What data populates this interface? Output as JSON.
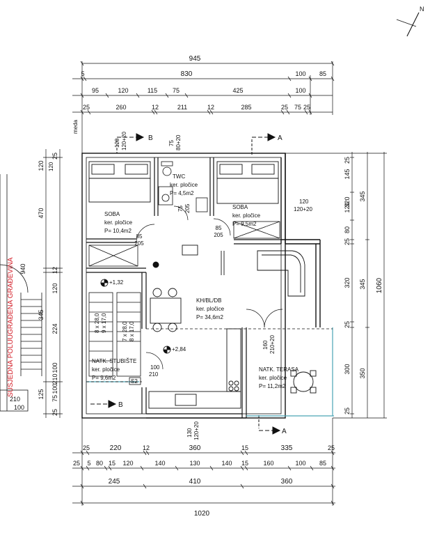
{
  "north_label": "N",
  "dims_top": {
    "overall": "945",
    "row1": [
      "5",
      "830",
      "100",
      "85"
    ],
    "row2": [
      "95",
      "120",
      "115",
      "75",
      "425",
      "100"
    ],
    "row3": [
      "25",
      "260",
      "12",
      "211",
      "12",
      "285",
      "25",
      "75",
      "25"
    ]
  },
  "dims_bottom": {
    "row1": [
      "25",
      "220",
      "12",
      "360",
      "15",
      "335",
      "25"
    ],
    "row2": [
      "25",
      "5",
      "80",
      "15",
      "120",
      "140",
      "130",
      "140",
      "15",
      "160",
      "100",
      "85"
    ],
    "row3": [
      "245",
      "410",
      "360"
    ],
    "overall": "1020"
  },
  "dims_right": {
    "inner": [
      "25",
      "145",
      "320",
      "120",
      "80",
      "25",
      "320",
      "25",
      "300",
      "25"
    ],
    "middle": [
      "345",
      "345",
      "350"
    ],
    "overall": "1060"
  },
  "dims_left": [
    "25",
    "470",
    "940",
    "12",
    "120",
    "345",
    "224",
    "100",
    "210",
    "125",
    "75",
    "25",
    "100",
    "120"
  ],
  "openings": {
    "o1": "120",
    "o1b": "120+20",
    "o2": "75",
    "o2b": "80+20",
    "o3": "75",
    "o3b": "205",
    "o4": "85",
    "o4b": "205",
    "o5": "85",
    "o5b": "205",
    "o6": "120",
    "o6b": "120+20",
    "o7": "160",
    "o7b": "210+20",
    "o8": "100",
    "o8b": "210",
    "o9": "130",
    "o9b": "120+20"
  },
  "section_labels": {
    "b": "B",
    "a": "A"
  },
  "meda": "meda",
  "rooms": [
    {
      "name": "SOBA",
      "finish": "ker. pločice",
      "area": "P= 10,4m2"
    },
    {
      "name": "TWC",
      "finish": "ker. pločice",
      "area": "P= 4,5m2"
    },
    {
      "name": "SOBA",
      "finish": "ker. pločice",
      "area": "P= 9,5m2"
    },
    {
      "name": "KH/BL/DB",
      "finish": "ker. pločice",
      "area": "P= 34,6m2"
    },
    {
      "name": "NATK. STUBIŠTE",
      "finish": "ker. pločice",
      "area": "P= 9,6m2"
    },
    {
      "name": "NATK. TERASA",
      "finish": "ker. pločice",
      "area": "P= 11,2m2"
    }
  ],
  "levels": {
    "l1": "+1,32",
    "l2": "+2,84"
  },
  "stairs": {
    "left_steps": [
      "8 x 28,0",
      "9 x 17,0"
    ],
    "right_steps": [
      "7 x 28,0",
      "8 x 17,0"
    ]
  },
  "s2": "S2",
  "neighbor": "SUSJEDNA POLUUGRAĐENA GRAĐEVINA",
  "neighbor_dims": [
    "210",
    "100",
    "120"
  ]
}
